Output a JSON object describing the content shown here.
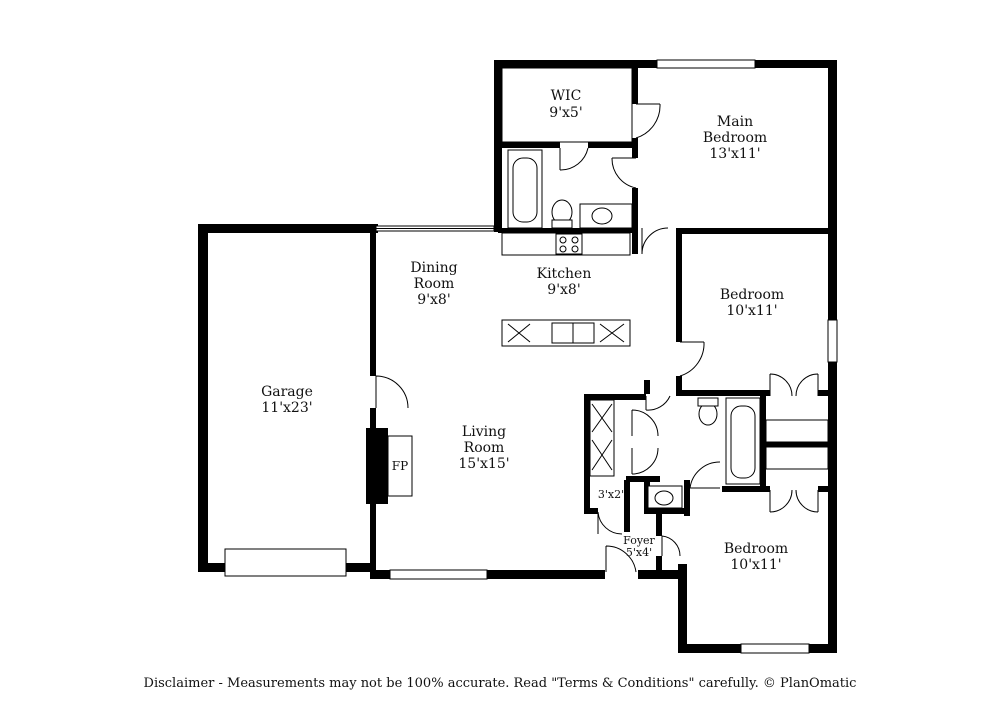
{
  "rooms": {
    "wic": {
      "name": "WIC",
      "size": "9'x5'"
    },
    "main_bedroom": {
      "name_line1": "Main",
      "name_line2": "Bedroom",
      "size": "13'x11'"
    },
    "dining_room": {
      "name_line1": "Dining",
      "name_line2": "Room",
      "size": "9'x8'"
    },
    "kitchen": {
      "name": "Kitchen",
      "size": "9'x8'"
    },
    "bedroom_2": {
      "name": "Bedroom",
      "size": "10'x11'"
    },
    "garage": {
      "name": "Garage",
      "size": "11'x23'"
    },
    "living_room": {
      "name_line1": "Living",
      "name_line2": "Room",
      "size": "15'x15'"
    },
    "fireplace": {
      "name": "FP"
    },
    "closet": {
      "size": "3'x2'"
    },
    "foyer": {
      "name": "Foyer",
      "size": "5'x4'"
    },
    "bedroom_3": {
      "name": "Bedroom",
      "size": "10'x11'"
    }
  },
  "disclaimer": "Disclaimer - Measurements may not be 100% accurate. Read \"Terms & Conditions\" carefully. © PlanOmatic",
  "colors": {
    "wall": "#000000",
    "fixture": "#555555",
    "background": "#ffffff"
  }
}
